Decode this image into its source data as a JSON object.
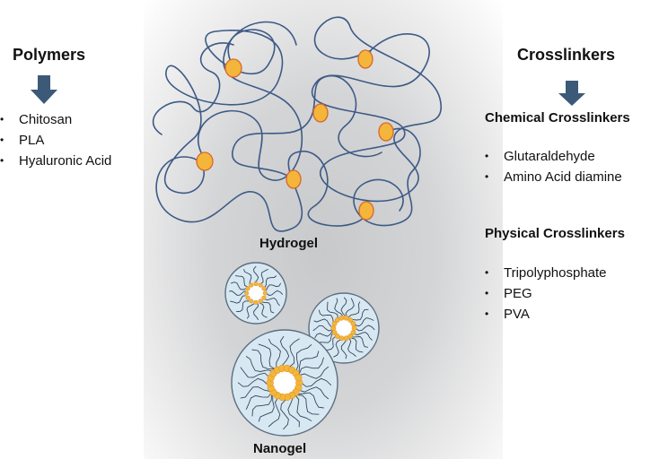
{
  "colors": {
    "strand": "#3d5a86",
    "node_fill": "#f4b63a",
    "node_stroke": "#d9662c",
    "arrow": "#3c5a78",
    "sphere_fill": "#d8e8f3",
    "sphere_stroke": "#5d6e80"
  },
  "left": {
    "heading": "Polymers",
    "items": [
      "Chitosan",
      "PLA",
      "Hyaluronic Acid"
    ]
  },
  "right": {
    "heading": "Crosslinkers",
    "chemical": {
      "heading": "Chemical Crosslinkers",
      "items": [
        "Glutaraldehyde",
        "Amino Acid diamine"
      ]
    },
    "physical": {
      "heading": "Physical Crosslinkers",
      "items": [
        "Tripolyphosphate",
        "PEG",
        "PVA"
      ]
    }
  },
  "center": {
    "hydrogel_label": "Hydrogel",
    "nanogel_label": "Nanogel"
  }
}
